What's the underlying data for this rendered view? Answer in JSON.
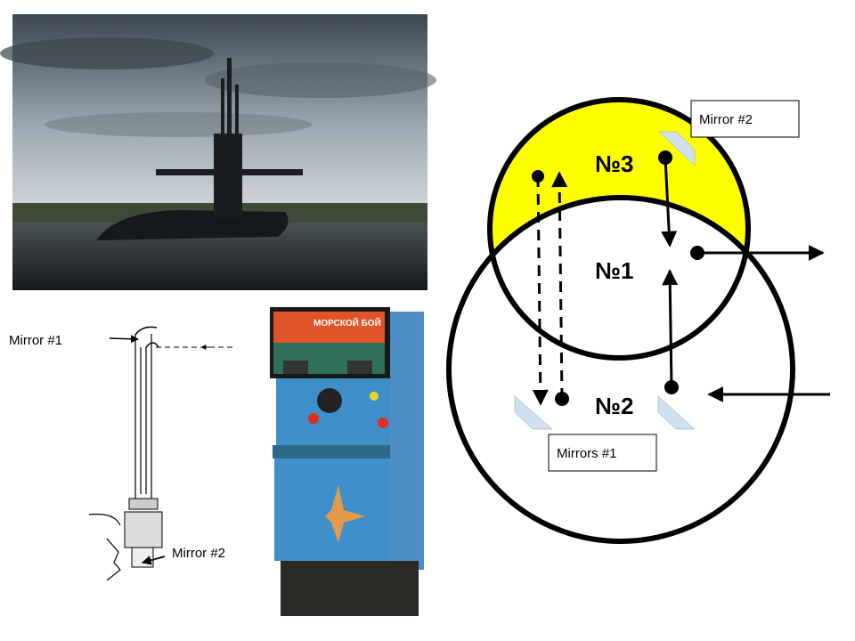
{
  "photo_labels": {
    "periscope_mirror_1": "Mirror #1",
    "periscope_mirror_2": "Mirror #2",
    "arcade_title": "МОРСКОЙ БОЙ"
  },
  "diagram": {
    "region_3": "№3",
    "region_1": "№1",
    "region_2": "№2",
    "mirror_2_label": "Mirror #2",
    "mirrors_1_label": "Mirrors #1"
  },
  "colors": {
    "highlight": "#ffff00",
    "mirror": "#cfe0f0",
    "sea": "#1c2228"
  }
}
